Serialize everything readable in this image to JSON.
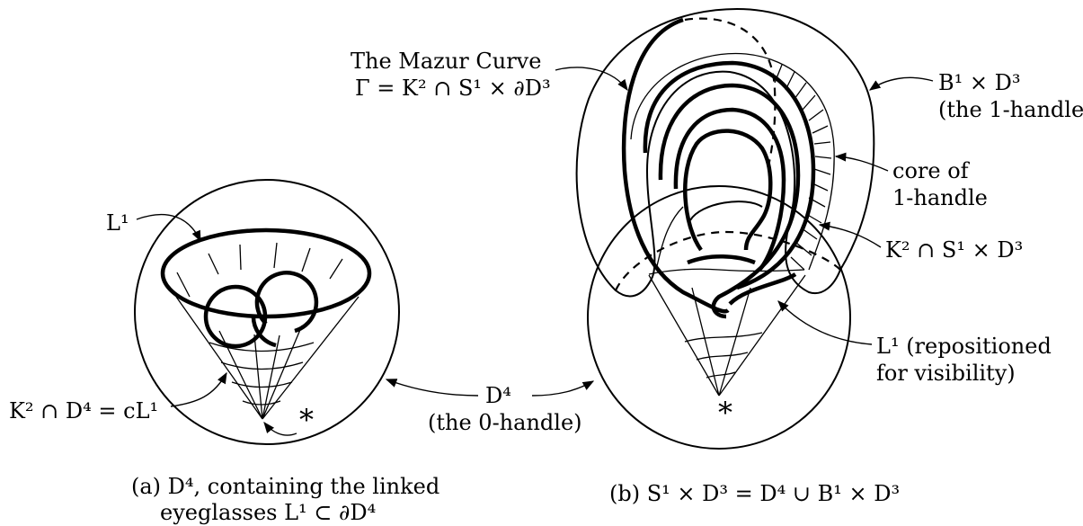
{
  "diagram": {
    "panel_a": {
      "caption_line1": "(a) D⁴, containing the linked",
      "caption_line2": "eyeglasses L¹ ⊂ ∂D⁴",
      "label_L1": "L¹",
      "label_cone": "K² ∩ D⁴ = cL¹",
      "basepoint": "*"
    },
    "shared": {
      "label_D4": "D⁴",
      "label_D4_sub": "(the 0-handle)"
    },
    "panel_b": {
      "caption": "(b) S¹ × D³ = D⁴ ∪ B¹ × D³",
      "mazur_title": "The Mazur Curve",
      "mazur_formula": "Γ = K² ∩ S¹ × ∂D³",
      "handle_label": "B¹ × D³",
      "handle_sub": "(the 1-handle)",
      "core_line1": "core of",
      "core_line2": "1-handle",
      "surface_label": "K² ∩ S¹ × D³",
      "L1_line1": "L¹ (repositioned",
      "L1_line2": "for visibility)",
      "basepoint": "*"
    }
  }
}
